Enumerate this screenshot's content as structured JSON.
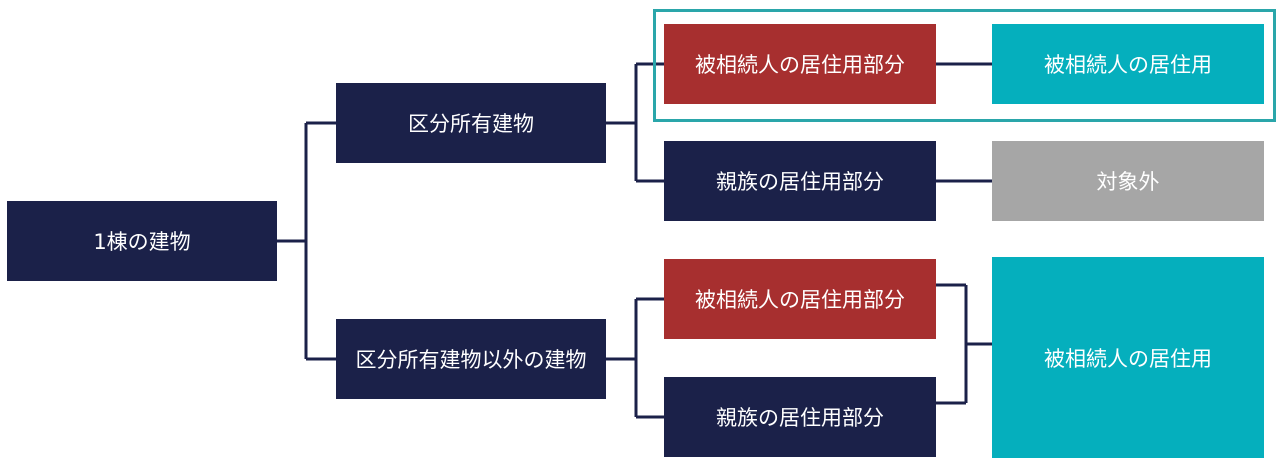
{
  "diagram": {
    "root": "1棟の建物",
    "branch_top": "区分所有建物",
    "branch_bottom": "区分所有建物以外の建物",
    "top_leaf_1": "被相続人の居住用部分",
    "top_leaf_2": "親族の居住用部分",
    "top_result_1": "被相続人の居住用",
    "top_result_2": "対象外",
    "bottom_leaf_1": "被相続人の居住用部分",
    "bottom_leaf_2": "親族の居住用部分",
    "bottom_result": "被相続人の居住用"
  },
  "colors": {
    "navy": "#1b2149",
    "red": "#a72f2f",
    "teal": "#05afbd",
    "gray": "#a6a6a6",
    "highlight_border": "#2aa6aa",
    "connector": "#1b2149"
  }
}
